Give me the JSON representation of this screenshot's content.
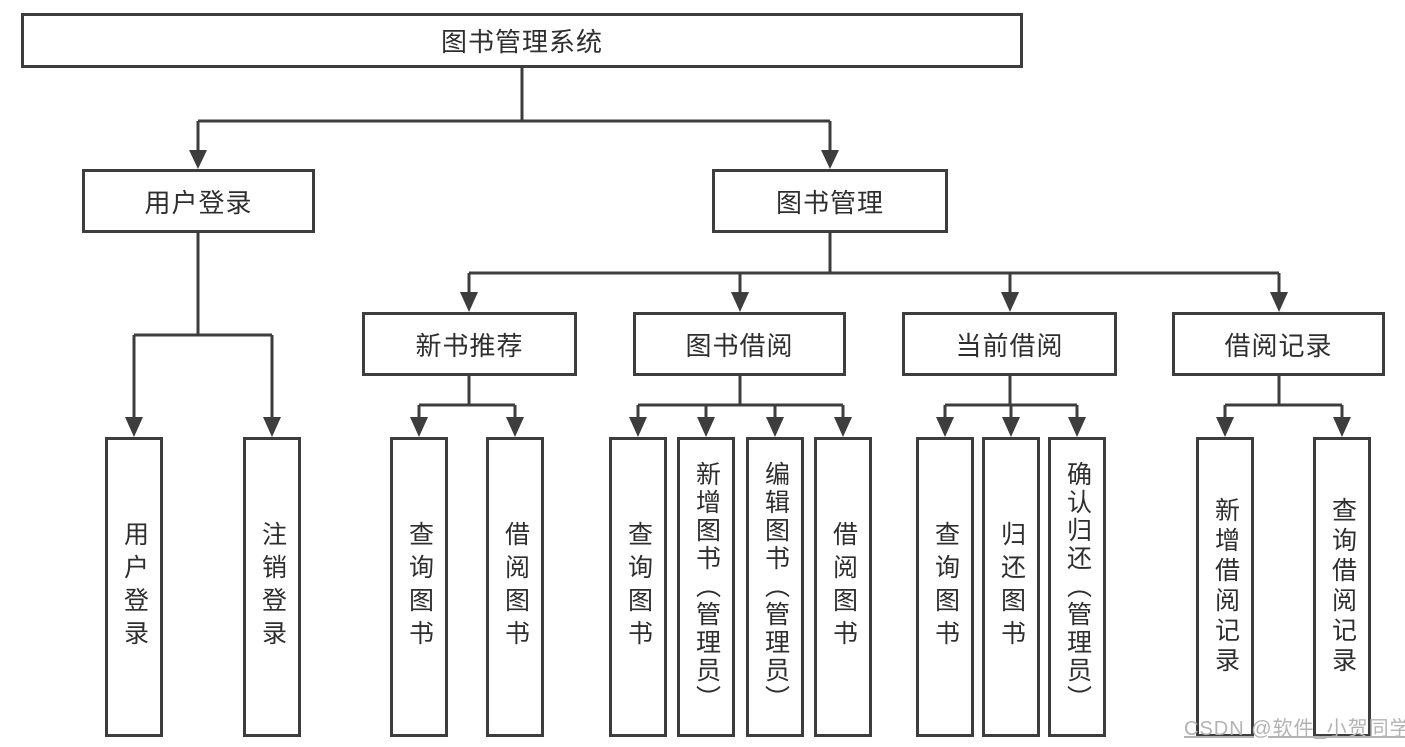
{
  "tree": {
    "label": "图书管理系统",
    "children": [
      {
        "label": "用户登录",
        "children": [
          {
            "label": "用户登录"
          },
          {
            "label": "注销登录"
          }
        ]
      },
      {
        "label": "图书管理",
        "children": [
          {
            "label": "新书推荐",
            "children": [
              {
                "label": "查询图书"
              },
              {
                "label": "借阅图书"
              }
            ]
          },
          {
            "label": "图书借阅",
            "children": [
              {
                "label": "查询图书"
              },
              {
                "label": "新增图书（管理员）"
              },
              {
                "label": "编辑图书（管理员）"
              },
              {
                "label": "借阅图书"
              }
            ]
          },
          {
            "label": "当前借阅",
            "children": [
              {
                "label": "查询图书"
              },
              {
                "label": "归还图书"
              },
              {
                "label": "确认归还（管理员）"
              }
            ]
          },
          {
            "label": "借阅记录",
            "children": [
              {
                "label": "新增借阅记录"
              },
              {
                "label": "查询借阅记录"
              }
            ]
          }
        ]
      }
    ]
  },
  "watermark": {
    "text": "CSDN @软件_小贺同学"
  },
  "colors": {
    "line": "#3d3d3d",
    "box_border": "#3d3d3d",
    "text": "#2e2e2e",
    "background": "#ffffff",
    "watermark": "#b3b3b3"
  }
}
